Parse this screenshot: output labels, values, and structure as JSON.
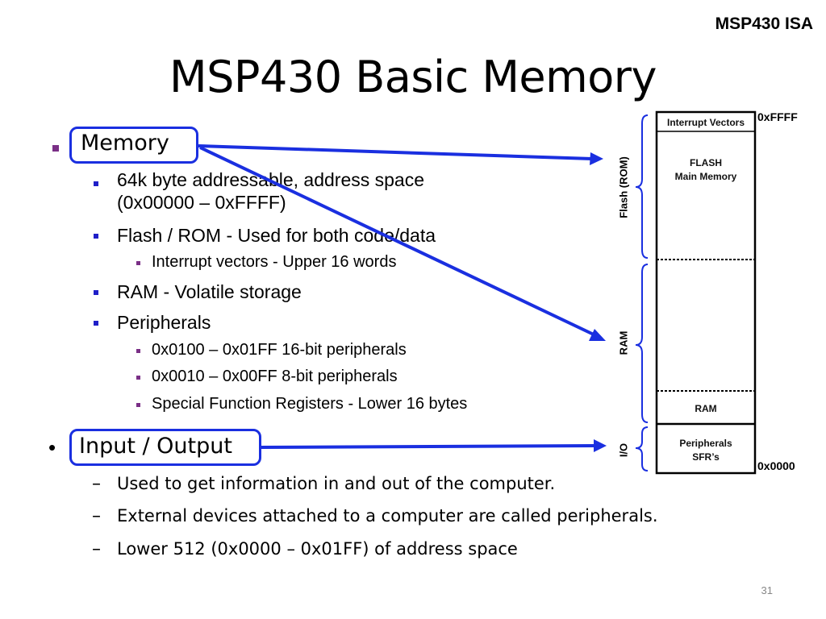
{
  "header": {
    "corner_label": "MSP430 ISA",
    "title": "MSP430 Basic Memory"
  },
  "content": {
    "memory": {
      "heading": "Memory",
      "items": [
        {
          "text": "64k byte addressable, address space"
        },
        {
          "text": "(0x00000 – 0xFFFF)"
        },
        {
          "text": "Flash / ROM - Used for both code/data"
        },
        {
          "text": "Interrupt vectors - Upper 16 words"
        },
        {
          "text": "RAM - Volatile storage"
        },
        {
          "text": "Peripherals"
        },
        {
          "text": "0x0100 – 0x01FF 16-bit peripherals"
        },
        {
          "text": "0x0010 – 0x00FF 8-bit peripherals"
        },
        {
          "text": "Special Function Registers - Lower 16 bytes"
        }
      ]
    },
    "io": {
      "heading": "Input / Output",
      "items": [
        {
          "text": "Used to get information in and out of the computer."
        },
        {
          "text": "External devices attached to a computer are called peripherals."
        },
        {
          "text": "Lower 512 (0x0000 – 0x01FF) of address space"
        }
      ]
    }
  },
  "memory_map": {
    "top_address": "0xFFFF",
    "bottom_address": "0x0000",
    "regions": {
      "interrupt_vectors": "Interrupt Vectors",
      "flash_line1": "FLASH",
      "flash_line2": "Main Memory",
      "ram": "RAM",
      "peripherals_line1": "Peripherals",
      "peripherals_line2": "SFR’s"
    },
    "side_labels": {
      "flash": "Flash (ROM)",
      "ram": "RAM",
      "io": "I/O"
    }
  },
  "footer": {
    "page_number": "31"
  },
  "colors": {
    "accent_blue": "#1a2fe0",
    "bullet_purple": "#7a2f86"
  }
}
